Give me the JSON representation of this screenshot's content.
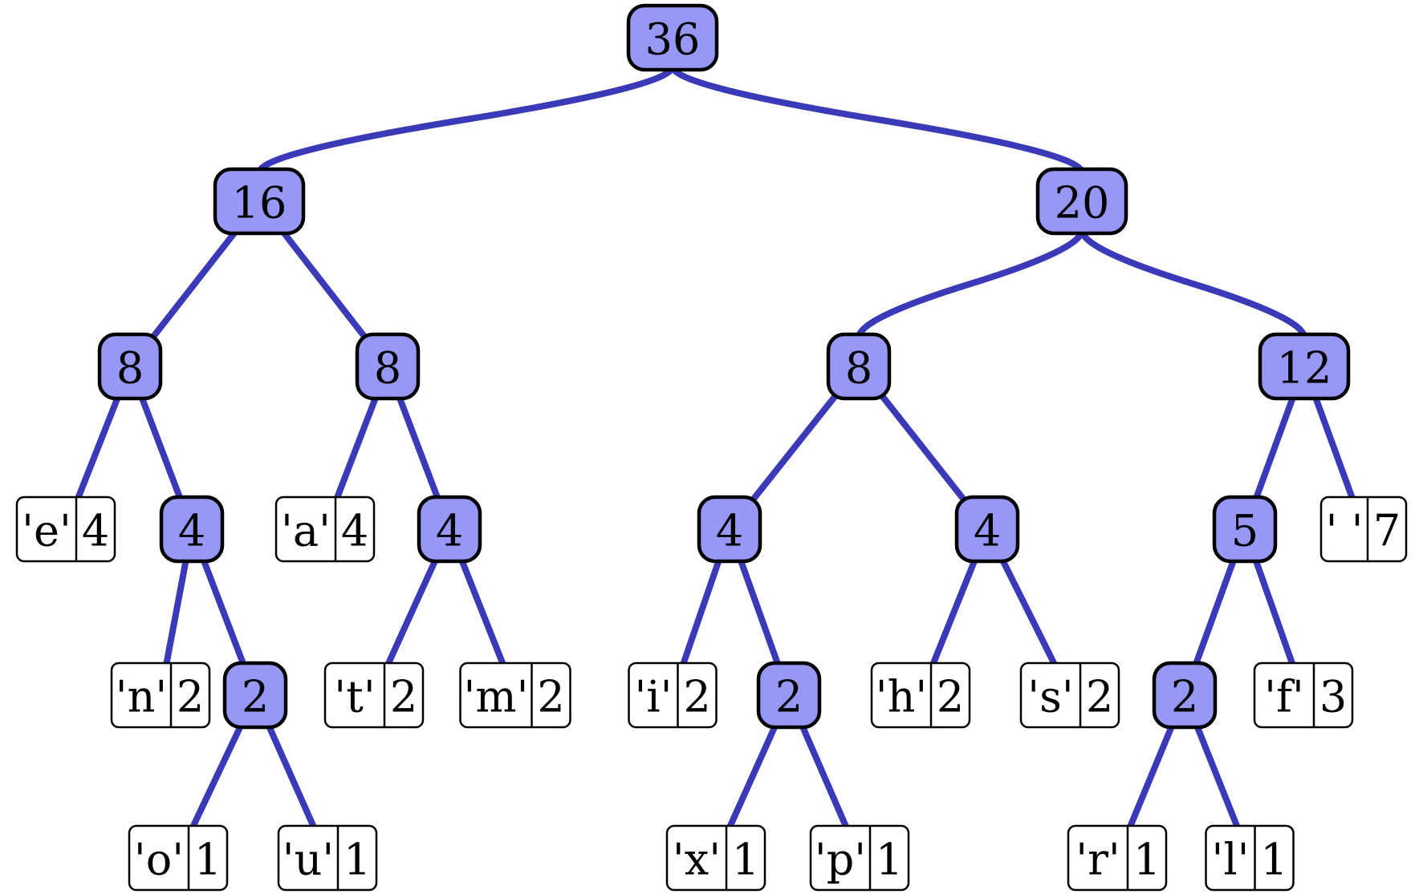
{
  "tree": {
    "weight": "36",
    "children": [
      {
        "weight": "16",
        "children": [
          {
            "weight": "8",
            "children": [
              {
                "symbol": "'e'",
                "weight": "4"
              },
              {
                "weight": "4",
                "children": [
                  {
                    "symbol": "'n'",
                    "weight": "2"
                  },
                  {
                    "weight": "2",
                    "children": [
                      {
                        "symbol": "'o'",
                        "weight": "1"
                      },
                      {
                        "symbol": "'u'",
                        "weight": "1"
                      }
                    ]
                  }
                ]
              }
            ]
          },
          {
            "weight": "8",
            "children": [
              {
                "symbol": "'a'",
                "weight": "4"
              },
              {
                "weight": "4",
                "children": [
                  {
                    "symbol": "'t'",
                    "weight": "2"
                  },
                  {
                    "symbol": "'m'",
                    "weight": "2"
                  }
                ]
              }
            ]
          }
        ]
      },
      {
        "weight": "20",
        "children": [
          {
            "weight": "8",
            "children": [
              {
                "weight": "4",
                "children": [
                  {
                    "symbol": "'i'",
                    "weight": "2"
                  },
                  {
                    "weight": "2",
                    "children": [
                      {
                        "symbol": "'x'",
                        "weight": "1"
                      },
                      {
                        "symbol": "'p'",
                        "weight": "1"
                      }
                    ]
                  }
                ]
              },
              {
                "weight": "4",
                "children": [
                  {
                    "symbol": "'h'",
                    "weight": "2"
                  },
                  {
                    "symbol": "'s'",
                    "weight": "2"
                  }
                ]
              }
            ]
          },
          {
            "weight": "12",
            "children": [
              {
                "weight": "5",
                "children": [
                  {
                    "weight": "2",
                    "children": [
                      {
                        "symbol": "'r'",
                        "weight": "1"
                      },
                      {
                        "symbol": "'l'",
                        "weight": "1"
                      }
                    ]
                  },
                  {
                    "symbol": "'f'",
                    "weight": "3"
                  }
                ]
              },
              {
                "symbol": "' '",
                "weight": "7"
              }
            ]
          }
        ]
      }
    ]
  }
}
